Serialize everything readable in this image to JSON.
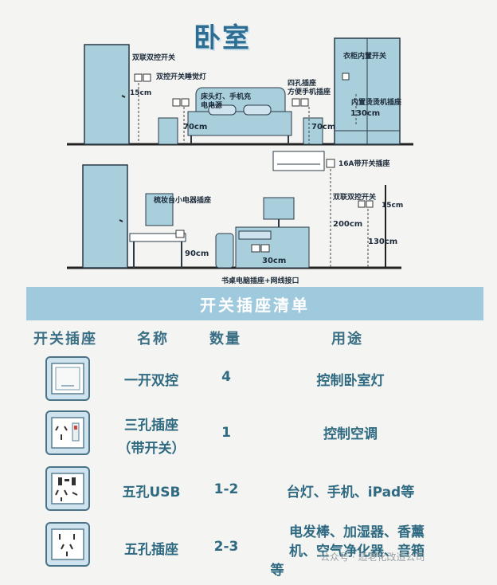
{
  "diagram": {
    "title": "卧室",
    "labels": {
      "dual_switch": "双联双控开关",
      "dual_switch_bed_light": "双控开关睡觉灯",
      "h15_top": "15cm",
      "bedside_light": "床头灯、手机充",
      "power": "电电源",
      "four_hole": "四孔插座",
      "phone_socket": "方便手机插座",
      "h70_left": "70cm",
      "h70_right": "70cm",
      "wardrobe_switch": "衣柜内置开关",
      "dryer_socket": "内置烫烫机插座",
      "h130_top": "130cm",
      "ac_socket": "16A带开关插座",
      "dressing_socket": "梳妆台小电器插座",
      "dual_switch_2": "双联双控开关",
      "h15_right": "15cm",
      "h200": "200cm",
      "h130_right": "130cm",
      "h90": "90cm",
      "h30": "30cm",
      "desk_socket": "书桌电脑插座+网线接口"
    }
  },
  "banner": "开关插座清单",
  "table": {
    "headers": [
      "开关插座",
      "名称",
      "数量",
      "用途"
    ],
    "rows": [
      {
        "icon": "single-dual-switch-icon",
        "name": [
          "一开双控"
        ],
        "qty": "4",
        "use": [
          "控制卧室灯"
        ]
      },
      {
        "icon": "three-hole-switched-socket-icon",
        "name": [
          "三孔插座",
          "（带开关）"
        ],
        "qty": "1",
        "use": [
          "控制空调"
        ]
      },
      {
        "icon": "five-hole-usb-socket-icon",
        "name": [
          "五孔USB"
        ],
        "qty": "1-2",
        "use": [
          "台灯、手机、iPad等"
        ]
      },
      {
        "icon": "five-hole-socket-icon",
        "name": [
          "五孔插座"
        ],
        "qty": "2-3",
        "use": [
          "电发棒、加湿器、香薰",
          "机、空气净化器、音箱",
          "等"
        ]
      }
    ]
  },
  "watermark": "公众号 · 适老化改造公司",
  "colors": {
    "banner": "#9fc9dc",
    "text": "#2f6a82",
    "furniture": "#a9cfdc"
  }
}
